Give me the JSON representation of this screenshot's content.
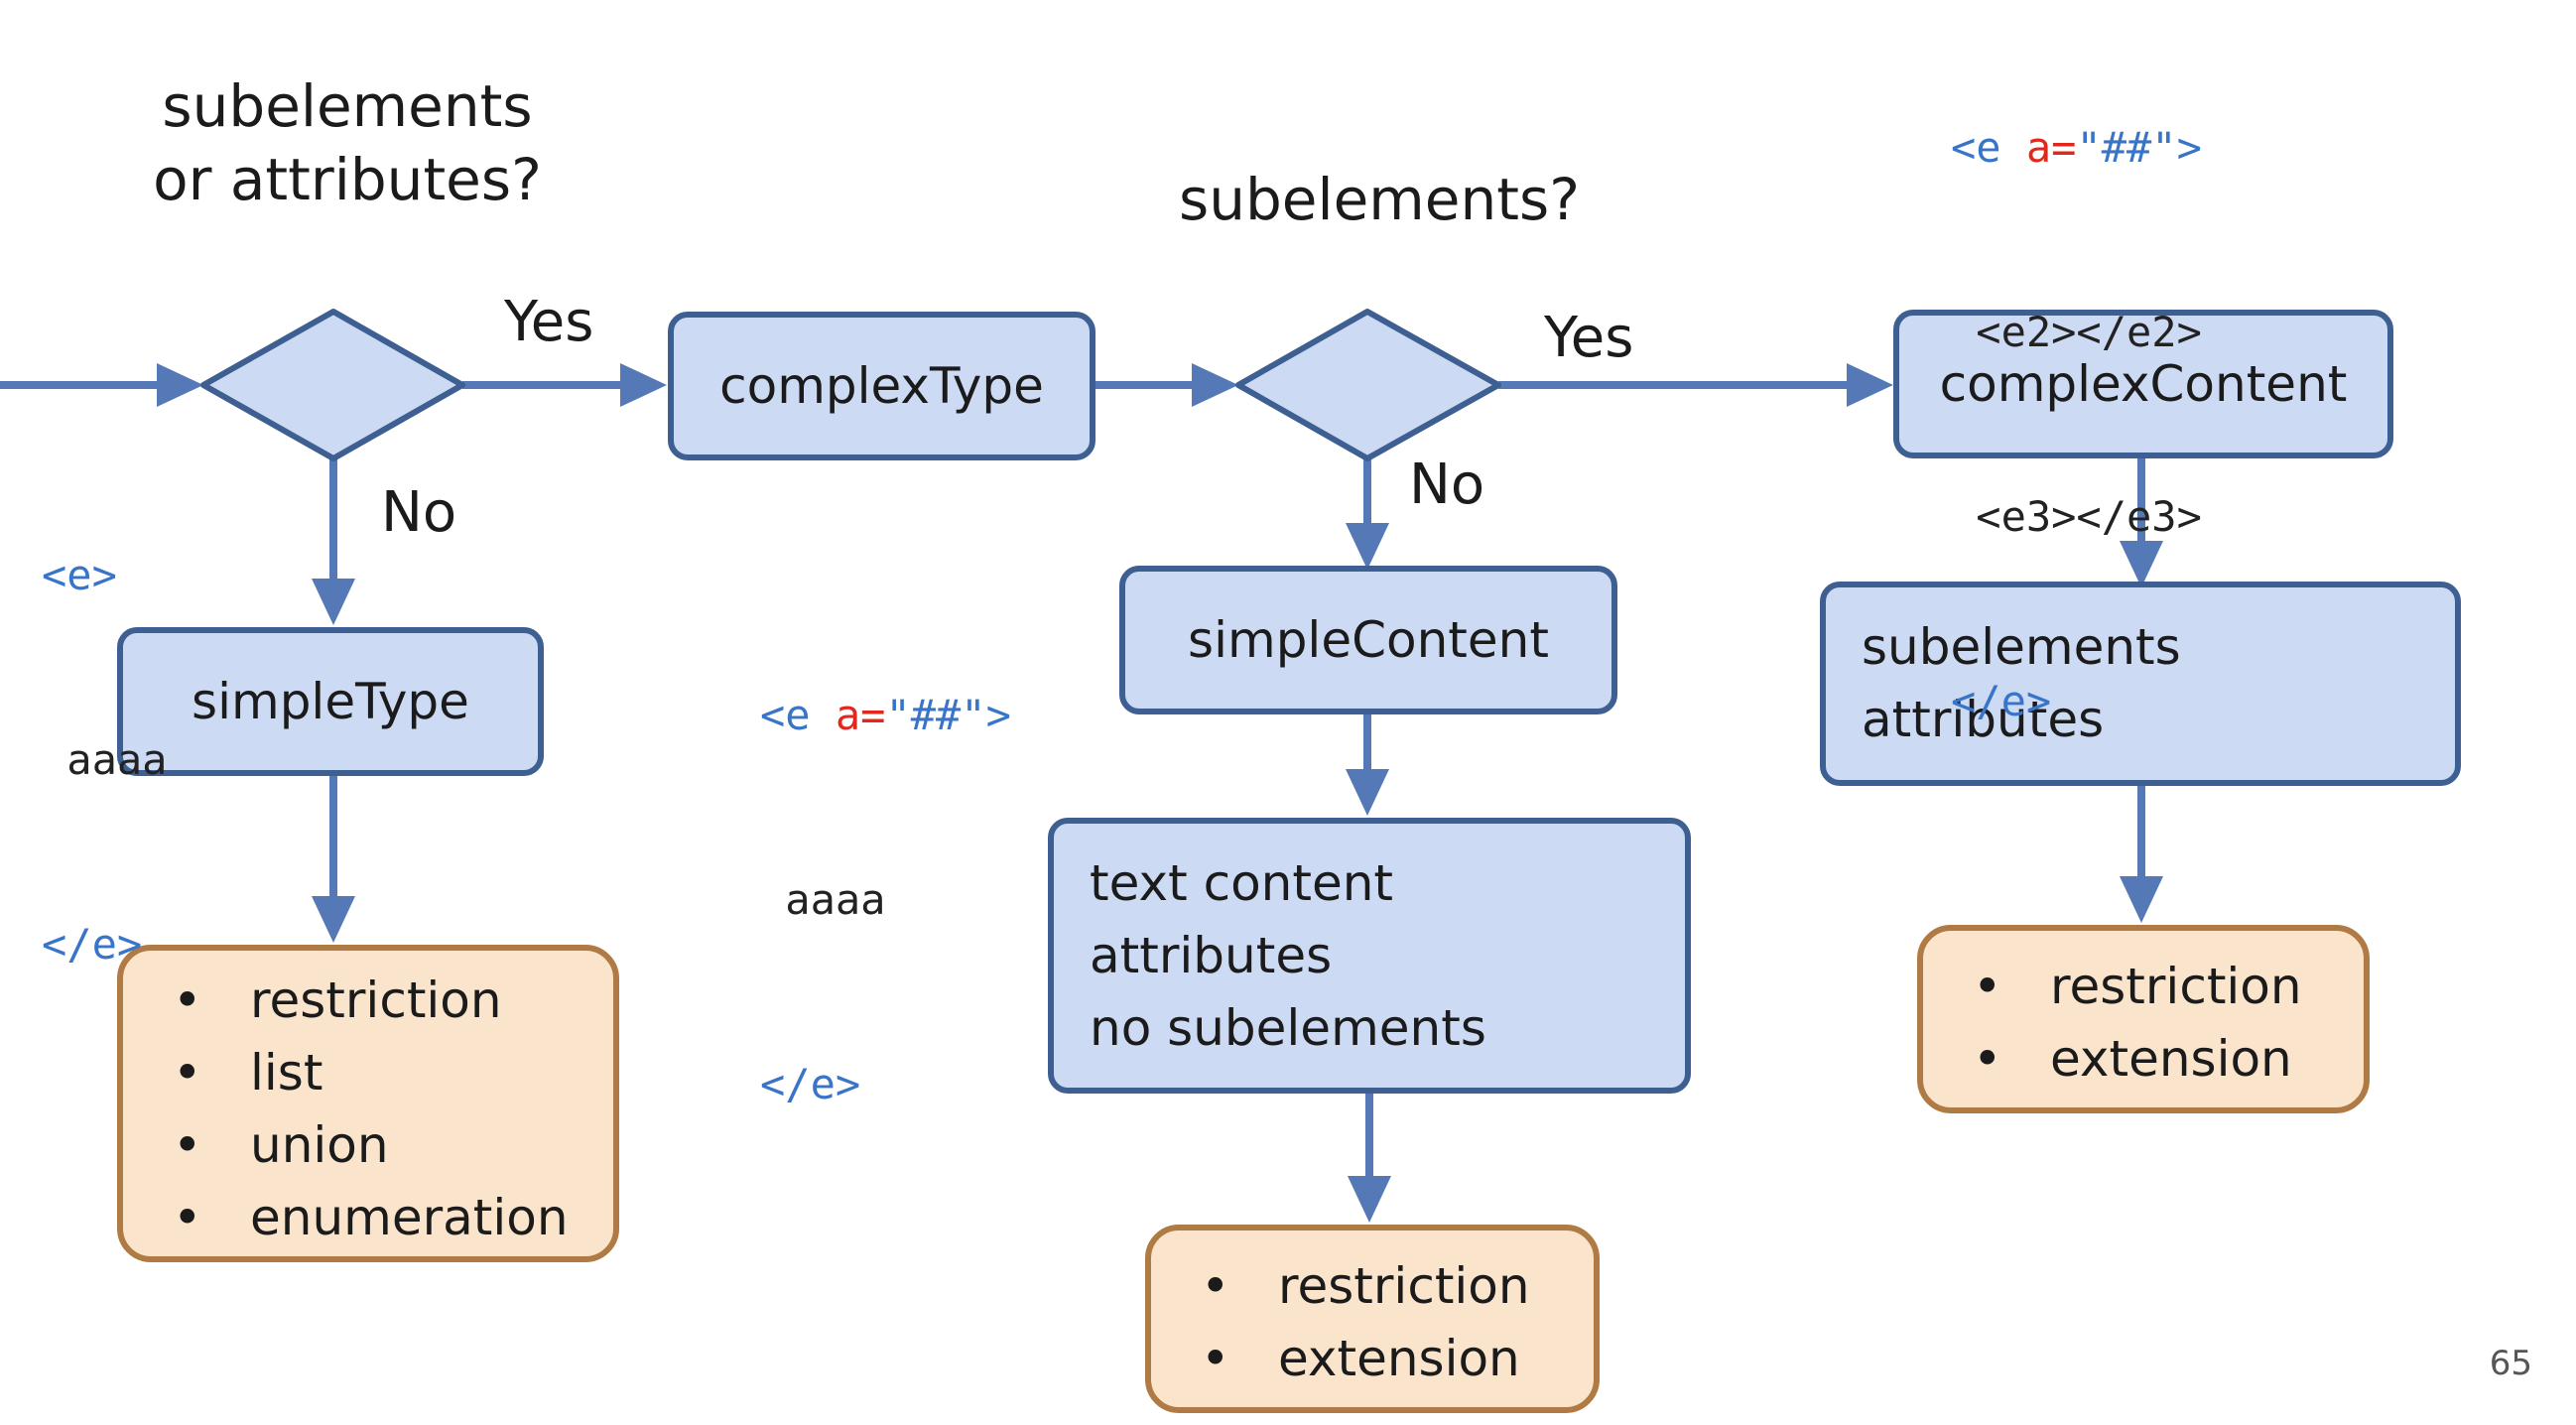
{
  "questions": {
    "q1_line1": "subelements",
    "q1_line2": "or attributes?",
    "q2": "subelements?"
  },
  "edge_labels": {
    "yes1": "Yes",
    "no1": "No",
    "yes2": "Yes",
    "no2": "No"
  },
  "nodes": {
    "simpleType": "simpleType",
    "complexType": "complexType",
    "simpleContent": "simpleContent",
    "complexContent": "complexContent",
    "text_content_box": [
      "text content",
      "attributes",
      "no subelements"
    ],
    "subelements_box": [
      "subelements",
      "attributes"
    ]
  },
  "option_lists": {
    "simpleType_options": [
      "restriction",
      "list",
      "union",
      "enumeration"
    ],
    "simpleContent_options": [
      "restriction",
      "extension"
    ],
    "complexContent_options": [
      "restriction",
      "extension"
    ]
  },
  "bullet": "•",
  "code_examples": {
    "ex1": {
      "open": "<e>",
      "body": " aaaa",
      "close": "</e>"
    },
    "ex2": {
      "open_tag": "<e ",
      "attr": "a=",
      "attr_val": "\"##\"",
      "open_end": ">",
      "body": " aaaa",
      "close": "</e>"
    },
    "ex3": {
      "open_tag": "<e ",
      "attr": "a=",
      "attr_val": "\"##\"",
      "open_end": ">",
      "child1": " <e2></e2>",
      "child2": " <e3></e3>",
      "close": "</e>"
    }
  },
  "page_number": "65",
  "colors": {
    "box_fill": "#ccdaf4",
    "box_border": "#3e5f91",
    "option_fill": "#fae5cc",
    "option_border": "#b07a45",
    "arrow": "#5479b6",
    "code_tag": "#3874c8",
    "code_attr": "#e0281c"
  }
}
